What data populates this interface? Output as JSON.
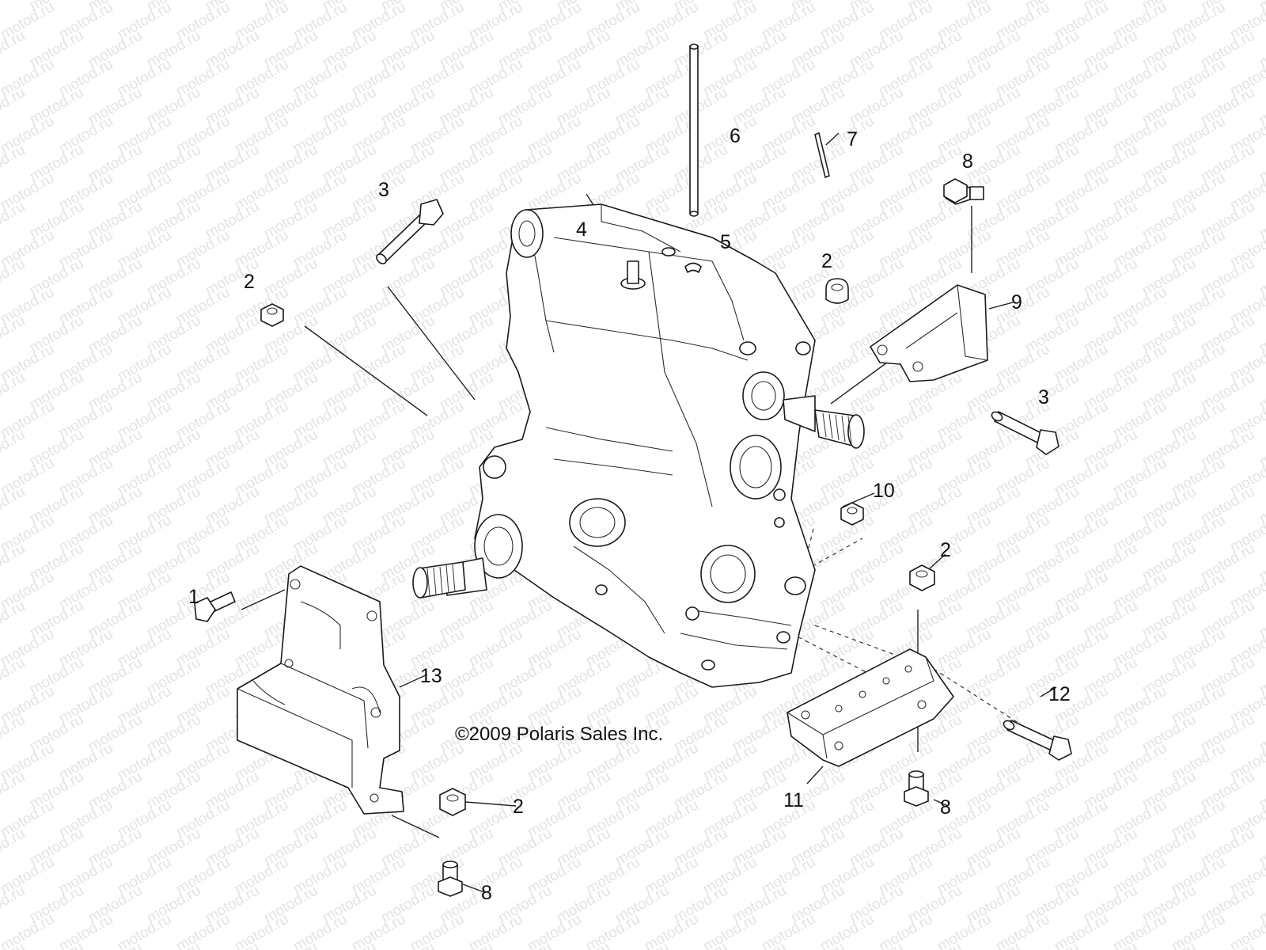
{
  "watermark": {
    "text": "motod.ru"
  },
  "copyright": "©2009 Polaris Sales Inc.",
  "callouts": [
    {
      "id": "c1",
      "label": "1"
    },
    {
      "id": "c2a",
      "label": "2"
    },
    {
      "id": "c2b",
      "label": "2"
    },
    {
      "id": "c2c",
      "label": "2"
    },
    {
      "id": "c2d",
      "label": "2"
    },
    {
      "id": "c3a",
      "label": "3"
    },
    {
      "id": "c3b",
      "label": "3"
    },
    {
      "id": "c4",
      "label": "4"
    },
    {
      "id": "c5",
      "label": "5"
    },
    {
      "id": "c6",
      "label": "6"
    },
    {
      "id": "c7",
      "label": "7"
    },
    {
      "id": "c8a",
      "label": "8"
    },
    {
      "id": "c8b",
      "label": "8"
    },
    {
      "id": "c8c",
      "label": "8"
    },
    {
      "id": "c9",
      "label": "9"
    },
    {
      "id": "c10",
      "label": "10"
    },
    {
      "id": "c11",
      "label": "11"
    },
    {
      "id": "c12",
      "label": "12"
    },
    {
      "id": "c13",
      "label": "13"
    }
  ]
}
